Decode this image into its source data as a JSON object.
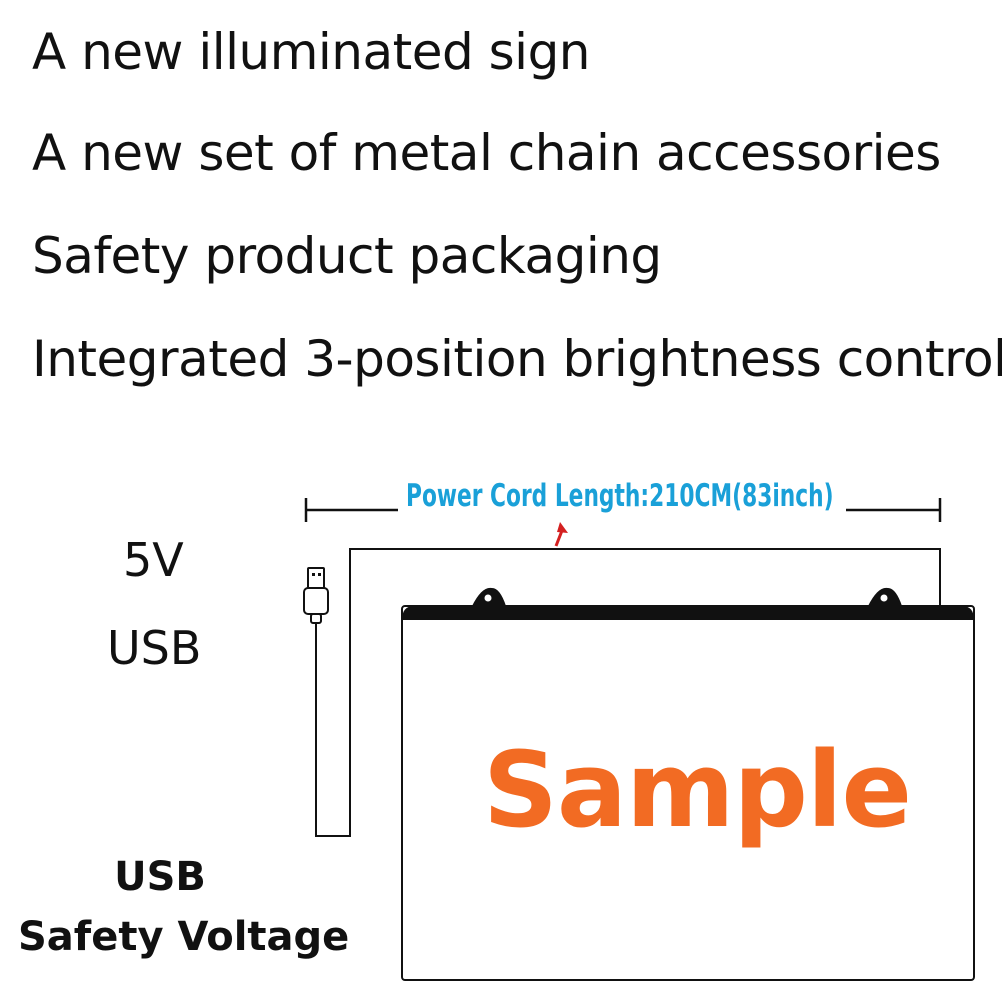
{
  "features": [
    "A new illuminated sign",
    "A new set of metal chain accessories",
    "Safety product packaging",
    "Integrated 3-position brightness control"
  ],
  "power": {
    "voltage": "5V",
    "connector": "USB",
    "cord_label": "Power Cord Length:210CM(83inch)"
  },
  "footer": {
    "line1": "USB",
    "line2": "Safety Voltage"
  },
  "sign": {
    "text": "Sample",
    "text_color": "#f26b23"
  },
  "colors": {
    "cord_label": "#1aa0d8",
    "arrow": "#d42020",
    "sign_bar": "#111111"
  },
  "icons": [
    "usb-plug-icon",
    "arrow-up-icon"
  ]
}
